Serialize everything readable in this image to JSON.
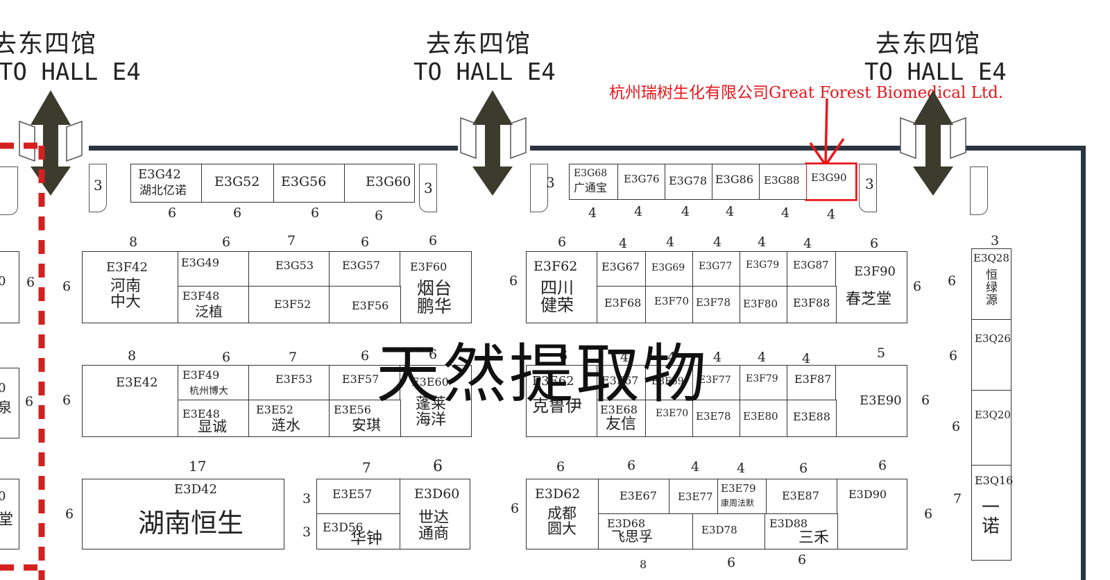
{
  "halls": [
    {
      "cn": "去东四馆",
      "en": "TO HALL E4"
    },
    {
      "cn": "去东四馆",
      "en": "TO HALL E4"
    },
    {
      "cn": "去东四馆",
      "en": "TO HALL E4"
    }
  ],
  "annotation": {
    "text": "杭州瑞树生化有限公司Great Forest Biomedical Ltd.",
    "target": "E3G90",
    "color": "#e8161b"
  },
  "zone_title": "天然提取物",
  "colors": {
    "wall": "#2a3540",
    "arrow": "#3b3b2e",
    "highlight": "#e8161b"
  },
  "booths": {
    "g42": "E3G42",
    "g42_name": "湖北亿诺",
    "g52": "E3G52",
    "g56": "E3G56",
    "g60": "E3G60",
    "g68": "E3G68",
    "g68_name": "广通宝",
    "g76": "E3G76",
    "g78": "E3G78",
    "g86": "E3G86",
    "g88": "E3G88",
    "g90": "E3G90",
    "f42": "E3F42",
    "f42_name": "河南\n中大",
    "g49": "E3G49",
    "g53": "E3G53",
    "g57": "E3G57",
    "f60": "E3F60",
    "f60_name": "烟台\n鹏华",
    "f48": "E3F48",
    "f48_name": "泛植",
    "f52": "E3F52",
    "f56": "E3F56",
    "f62": "E3F62",
    "f62_name": "四川\n健荣",
    "g67": "E3G67",
    "g69": "E3G69",
    "g77": "E3G77",
    "g79": "E3G79",
    "g87": "E3G87",
    "f90": "E3F90",
    "f90_name": "春芝堂",
    "f68": "E3F68",
    "f70": "E3F70",
    "f78": "E3F78",
    "f80": "E3F80",
    "f88": "E3F88",
    "e42": "E3E42",
    "f49": "E3F49",
    "f49_name": "杭州博大",
    "f53": "E3F53",
    "f57": "E3F57",
    "e60": "E3E60",
    "e60_name": "蓬莱\n海洋",
    "e48": "E3E48",
    "e48_name": "显诚",
    "e52": "E3E52",
    "e52_name": "涟水",
    "e56": "E3E56",
    "e56_name": "安琪",
    "e62": "E3E62",
    "e62_name": "克鲁伊",
    "f67": "E3F67",
    "f69": "E3F69",
    "f77": "E3F77",
    "f79": "E3F79",
    "f87": "E3F87",
    "e68": "E3E68",
    "e68_name": "友信",
    "e70": "E3E70",
    "e78": "E3E78",
    "e80": "E3E80",
    "e88": "E3E88",
    "e90": "E3E90",
    "d42": "E3D42",
    "d42_name": "湖南恒生",
    "e57": "E3E57",
    "d56": "E3D56",
    "d56_name": "华钟",
    "d60": "E3D60",
    "d60_name": "世达\n通商",
    "d62": "E3D62",
    "d62_name": "成都\n圆大",
    "e67": "E3E67",
    "e77": "E3E77",
    "e79": "E3E79",
    "e79_name": "康周法默",
    "e87": "E3E87",
    "d90": "E3D90",
    "d68": "E3D68",
    "d68_name": "飞思孚",
    "d78": "E3D78",
    "d88": "E3D88",
    "d88_name": "三禾",
    "q28": "E3Q28",
    "q28_name": "恒\n绿\n源",
    "q26": "E3Q26",
    "q20": "E3Q20",
    "q16": "E3Q16",
    "q16_name": "一\n诺",
    "left_a": "0",
    "left_b": "0",
    "left_b2": "泉",
    "left_c": "0",
    "left_c2": "堂"
  },
  "dims": {
    "n3": "3",
    "n4": "4",
    "n5": "5",
    "n6": "6",
    "n7": "7",
    "n8": "8",
    "n17": "17"
  }
}
